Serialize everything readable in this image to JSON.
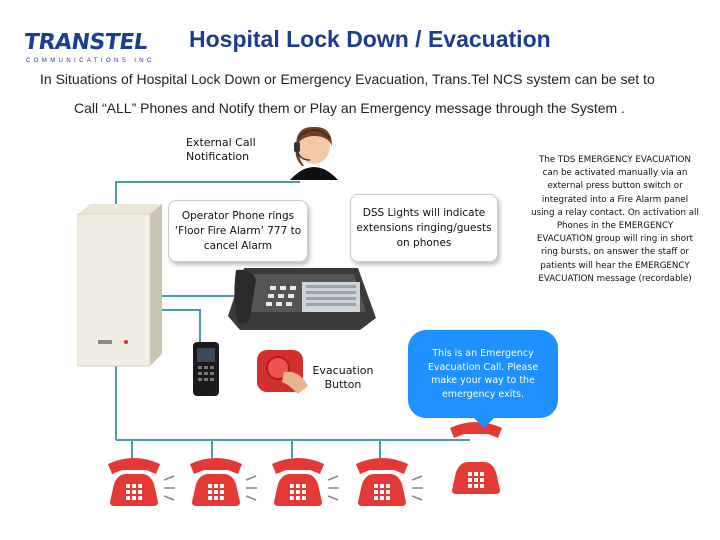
{
  "logo": {
    "word": "TRANSTEL",
    "tagline": "COMMUNICATIONS INC"
  },
  "title": "Hospital Lock Down / Evacuation",
  "intro": [
    "In Situations of Hospital Lock Down or Emergency Evacuation, Trans.Tel  NCS system can be set to",
    "Call “ALL” Phones and Notify them or Play an Emergency message through the System ."
  ],
  "labels": {
    "external_call": "External Call Notification",
    "operator_bubble": "Operator Phone rings ‘Floor Fire Alarm’ 777 to cancel Alarm",
    "dss_bubble": "DSS Lights will indicate extensions ringing/guests on phones",
    "evacuation_button": "Evacuation Button",
    "message_bubble": "This is an Emergency Evacuation Call. Please make your way to the emergency exits.",
    "description": "The TDS EMERGENCY EVACUATION can be activated manually via an external press button switch or integrated into a Fire Alarm panel using a relay contact. On activation all Phones in the EMERGENCY EVACUATION group will ring in short ring bursts, on answer the staff or patients will hear the EMERGENCY EVACUATION message (recordable)"
  },
  "icons": {
    "headset_person": "operator-headset-icon",
    "pbx_unit": "pbx-cabinet-icon",
    "desk_phone": "dss-console-phone-icon",
    "access_device": "access-panel-icon",
    "alarm_button": "emergency-button-icon",
    "red_phone": "ringing-red-phone-icon"
  },
  "colors": {
    "title": "#1f3b8f",
    "connector": "#4a9aa5",
    "message_bubble": "#1e90ff",
    "phones": "#e53935"
  },
  "ringing_phones_count": 5
}
